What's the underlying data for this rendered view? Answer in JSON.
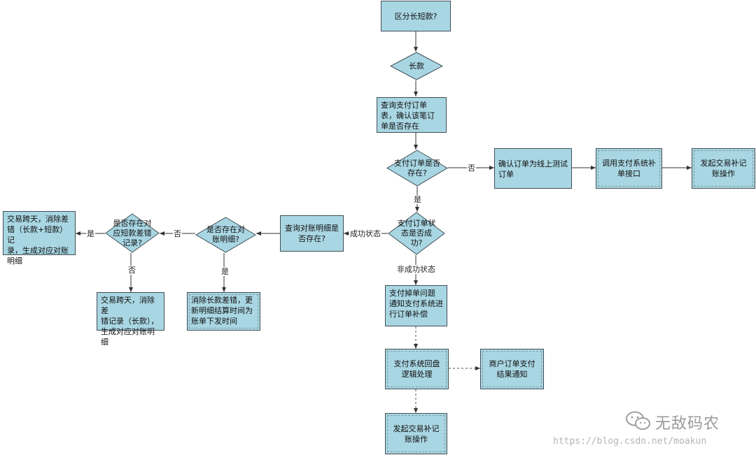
{
  "nodes": {
    "distinguish": "区分长短款?",
    "long": "长款",
    "query_order": "查询支付订单\n表，确认该笔订\n单是否存在",
    "order_exists": "支付订单是否\n存在?",
    "confirm_test": "确认订单为线上测试\n订单",
    "call_repair": "调用支付系统补\n单接口",
    "initiate_acc_1": "发起交易补记\n账操作",
    "pay_success": "支付订单状\n态是否成\n功?",
    "query_detail": "查询对账明细是\n否存在?",
    "detail_exists": "是否存在对\n账明细?",
    "short_diff": "是否存在对\n应短款差错\n记录?",
    "cross_day_both": "交易跨天，消除差\n错（长款+短款）记\n录，生成对应对账\n明细",
    "cross_day_long": "交易跨天，消除差\n错记录（长款），\n生成对应对账明细",
    "clear_long": "消除长款差错，更\n新明细结算时间为\n账单下发时间",
    "notify_repair": "支付掉单问题\n通知支付系统进\n行订单补偿",
    "callback": "支付系统回盘\n逻辑处理",
    "merchant_notify": "商户订单支付\n结果通知",
    "initiate_acc_2": "发起交易补记\n账操作"
  },
  "edge_labels": {
    "no": "否",
    "yes": "是",
    "success": "成功状态",
    "fail": "非成功状态"
  },
  "watermark": {
    "brand": "无敌码农",
    "url": "https://blog.csdn.net/moakun"
  },
  "colors": {
    "fill": "#a9d6e3",
    "stroke": "#3f4f55"
  }
}
